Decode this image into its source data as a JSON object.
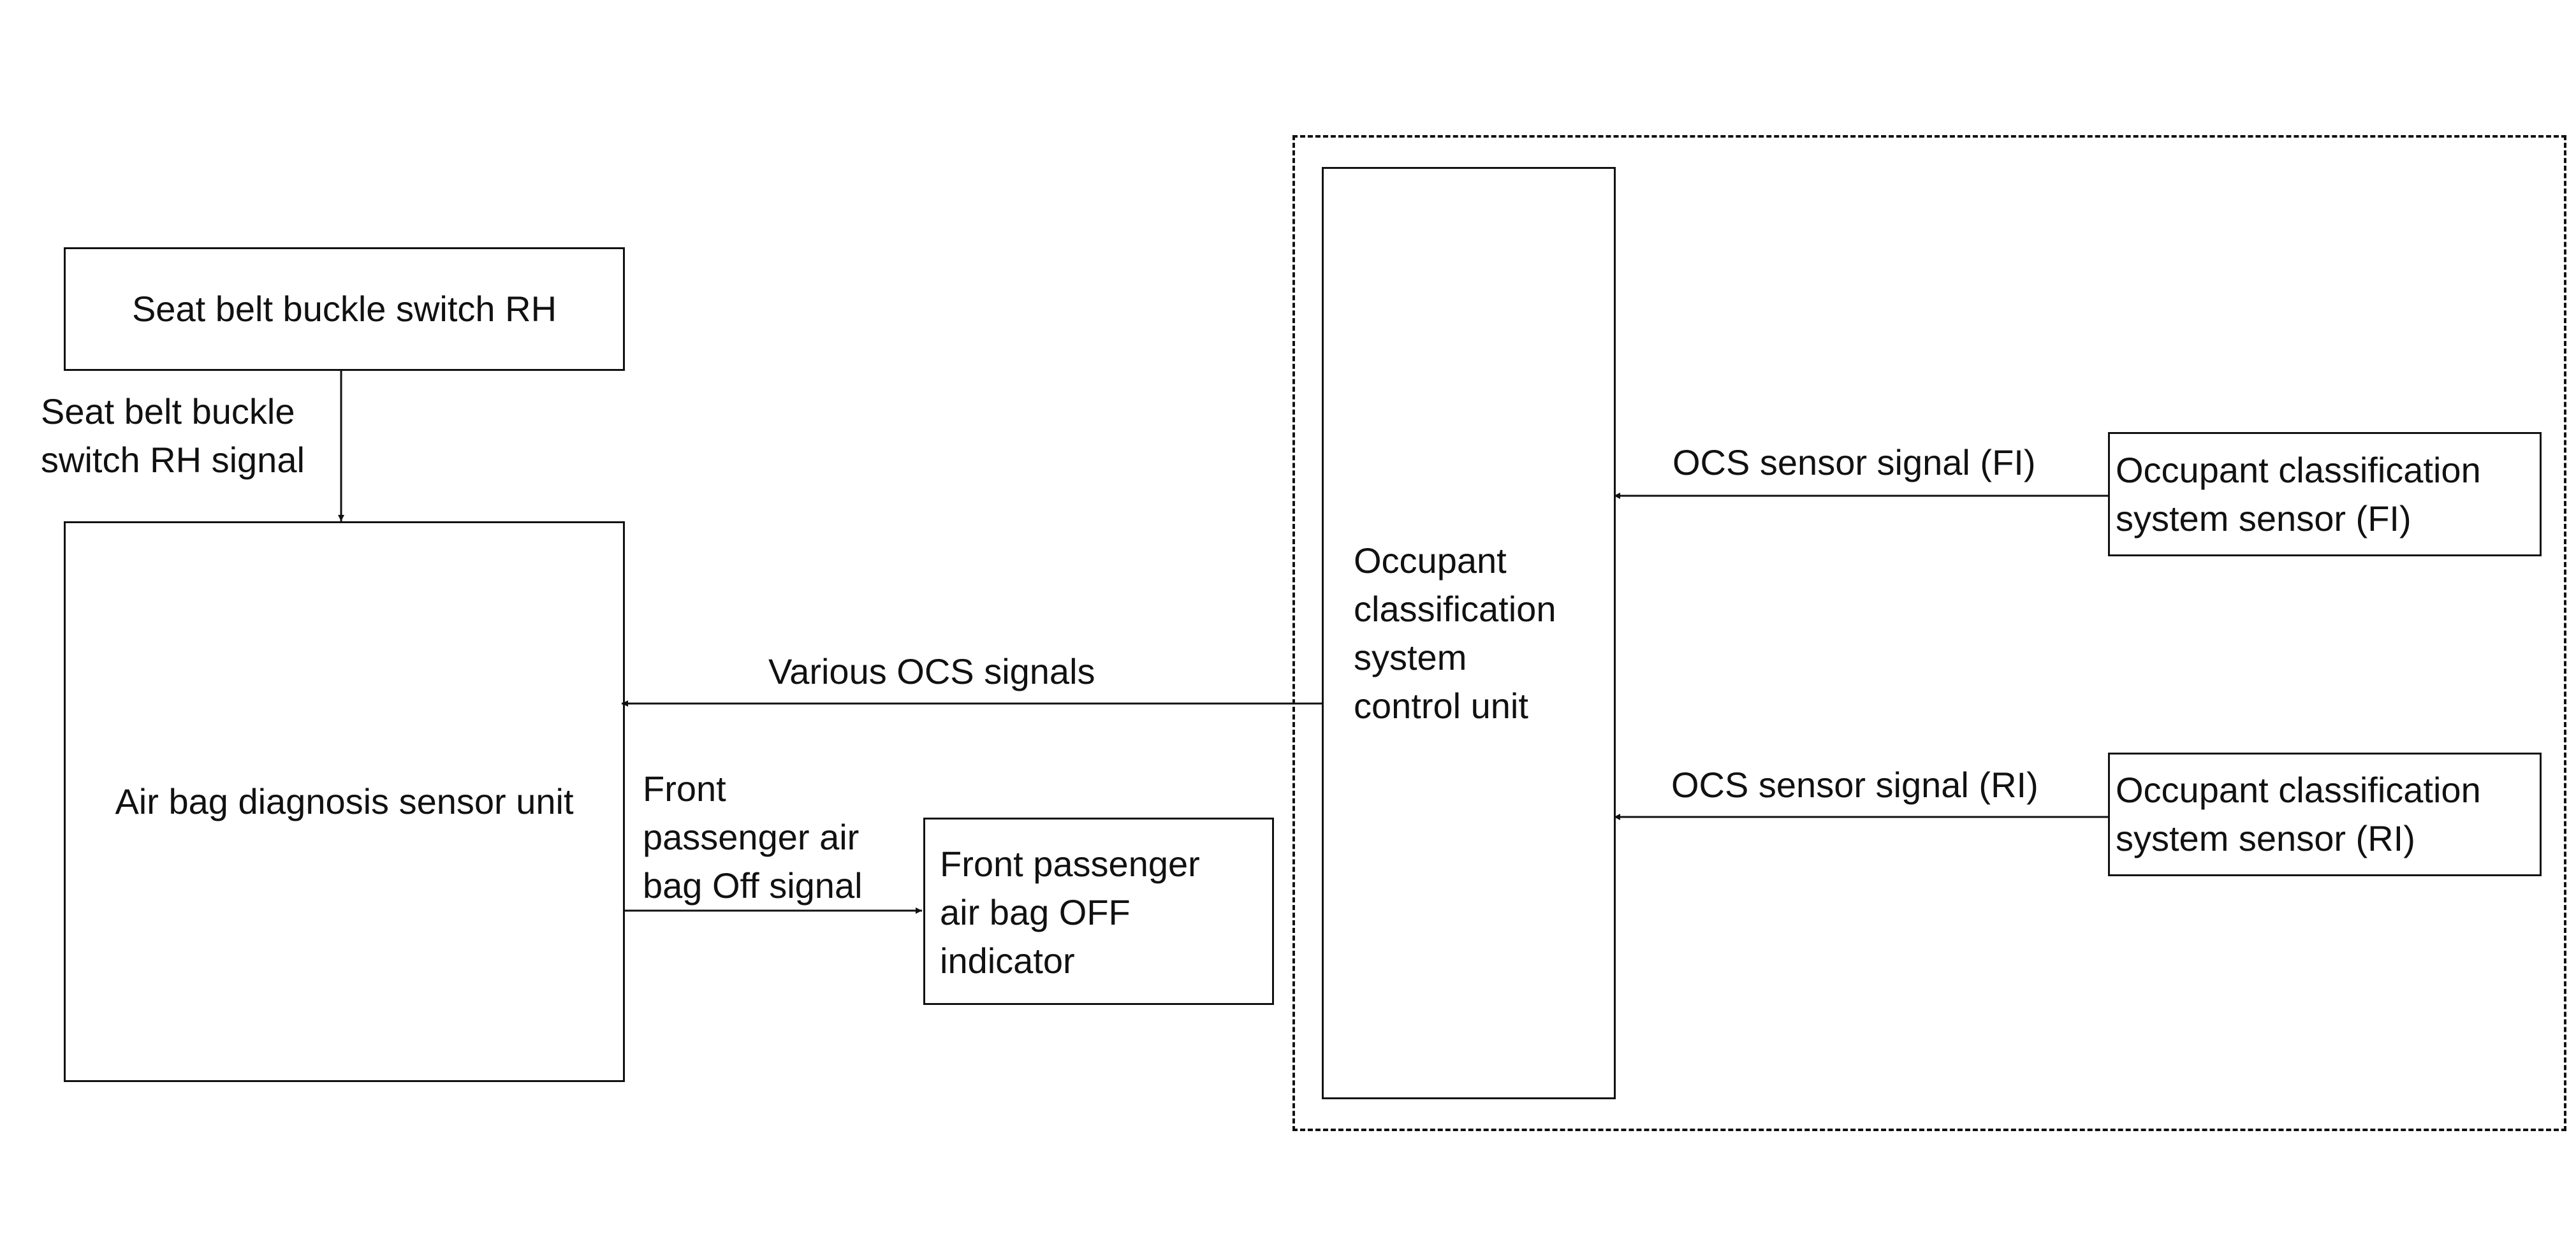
{
  "nodes": {
    "seat_belt_switch": "Seat belt buckle switch RH",
    "airbag_unit": "Air bag diagnosis sensor unit",
    "ocs_control_unit": "Occupant\nclassification\nsystem\ncontrol unit",
    "ocs_sensor_fi": "Occupant classification\nsystem sensor (FI)",
    "ocs_sensor_ri": "Occupant classification\nsystem sensor (RI)",
    "off_indicator": "Front passenger\nair bag OFF\nindicator"
  },
  "labels": {
    "seat_belt_signal": "Seat belt buckle\nswitch RH signal",
    "various_ocs": "Various OCS signals",
    "ocs_signal_fi": "OCS sensor signal (FI)",
    "ocs_signal_ri": "OCS sensor signal (RI)",
    "off_signal": "Front\npassenger air\nbag Off signal"
  },
  "colors": {
    "line": "#111111",
    "background": "#ffffff"
  }
}
